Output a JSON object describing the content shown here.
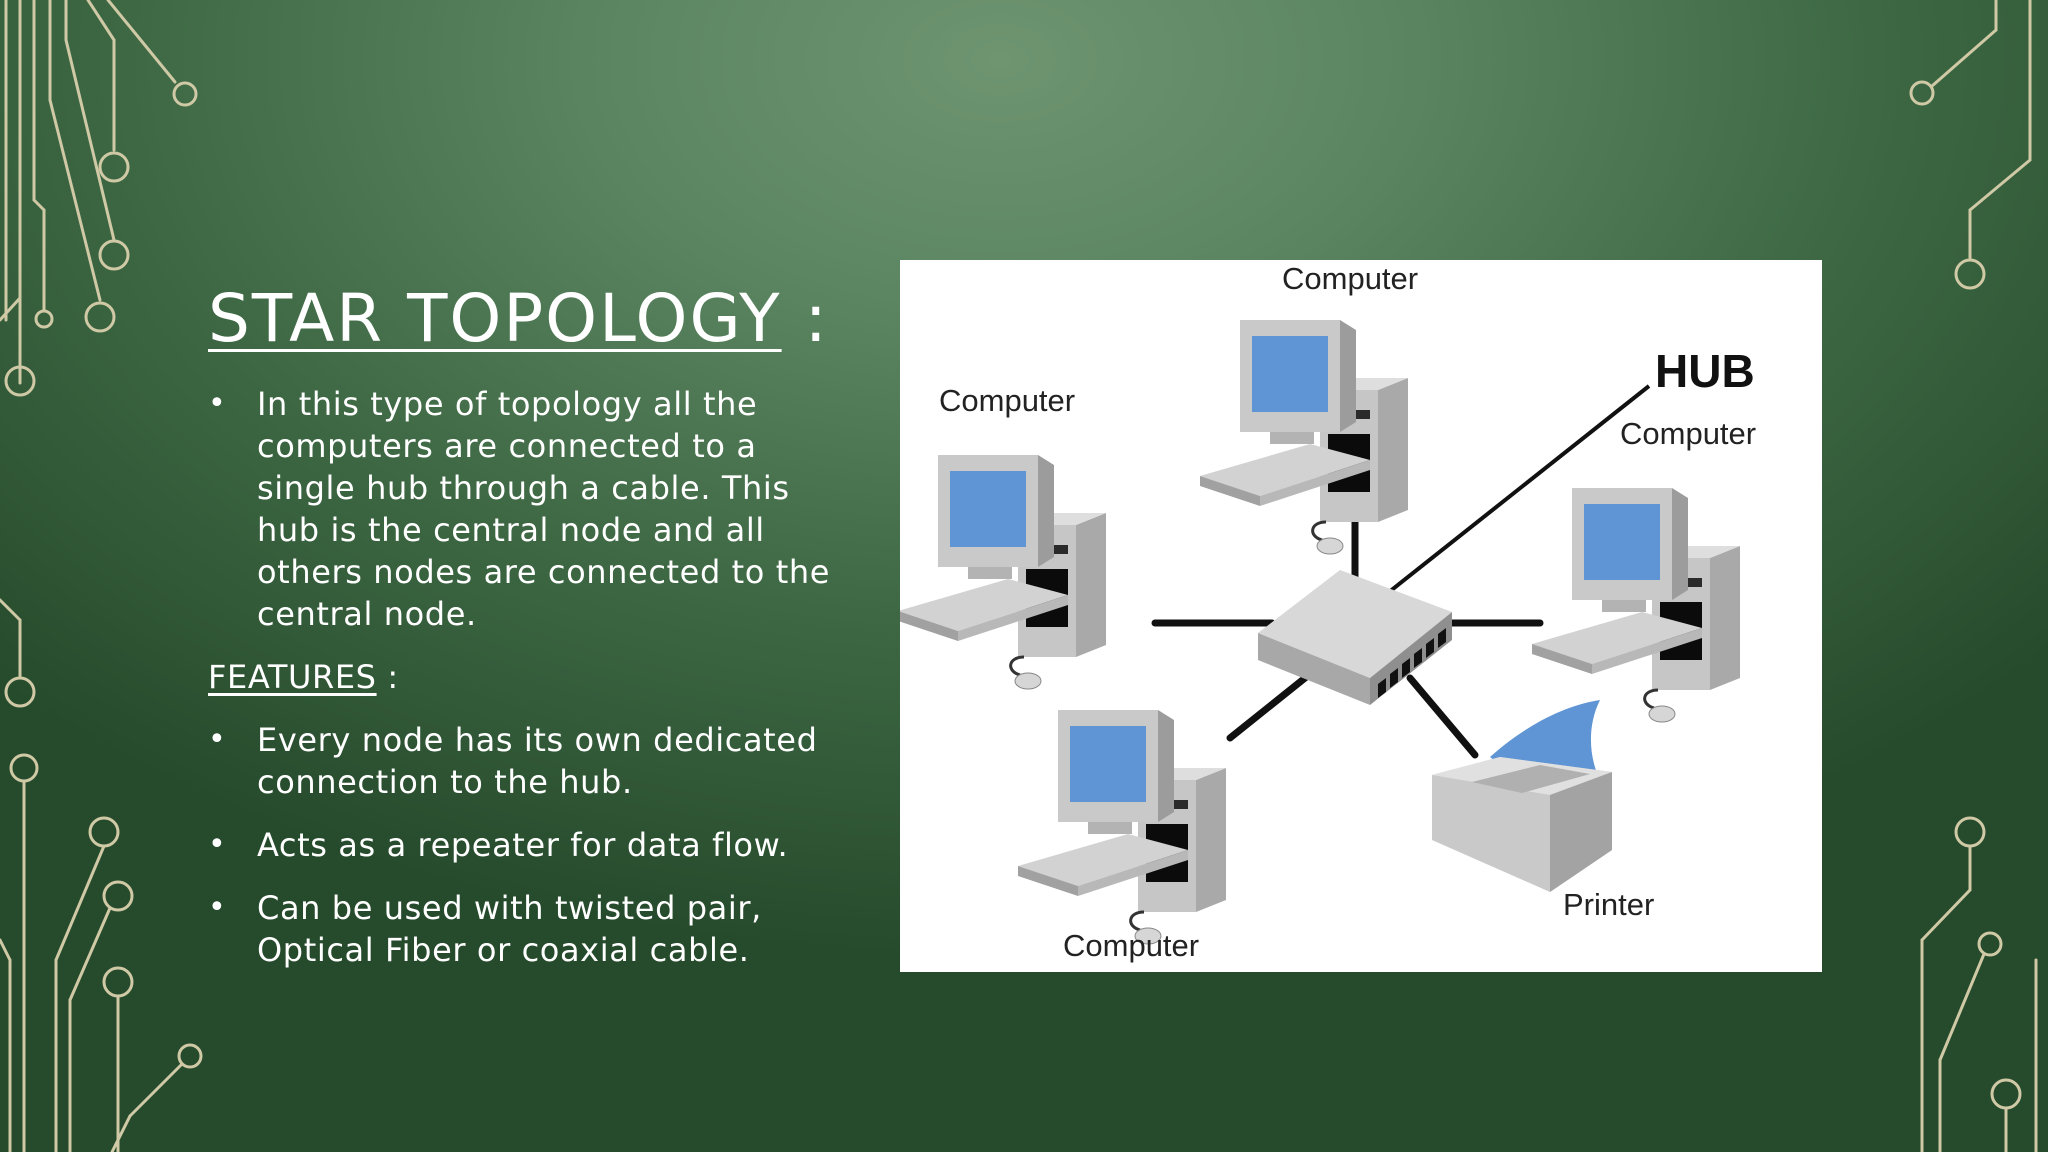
{
  "slide": {
    "title": "STAR TOPOLOGY",
    "title_suffix": " :",
    "intro_bullet": "In this type of topology all the computers are connected to a single hub through a cable. This hub is the central node and all others nodes are connected to the central node.",
    "features_heading": "FEATURES",
    "features_suffix": " :",
    "features": [
      "Every node has its own dedicated connection to the hub.",
      "Acts as a repeater for data flow.",
      "Can be used with twisted pair, Optical Fiber or coaxial cable."
    ],
    "bullet_symbol": "•"
  },
  "diagram": {
    "labels": {
      "computer_top": "Computer",
      "computer_left": "Computer",
      "computer_right": "Computer",
      "computer_bottom": "Computer",
      "hub": "HUB",
      "printer": "Printer"
    }
  },
  "colors": {
    "background": "#4f7a55",
    "circuit_lines": "#cfc9a6",
    "screen_blue": "#5f95d4",
    "device_gray": "#c4c4c4",
    "cable": "#111111"
  }
}
